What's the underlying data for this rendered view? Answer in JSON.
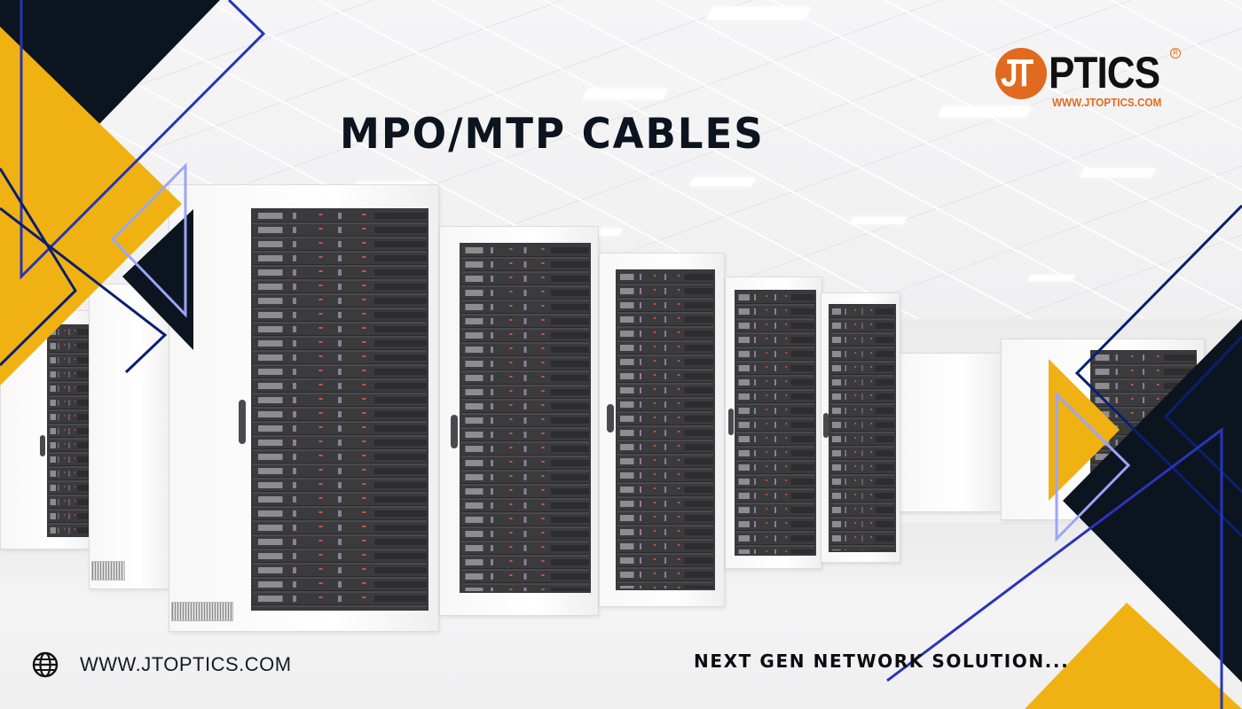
{
  "banner": {
    "headline": "MPO/MTP CABLES",
    "tagline": "NEXT GEN NETWORK SOLUTION...",
    "footer": {
      "icon": "globe-icon",
      "url_text": "WWW.JTOPTICS.COM"
    }
  },
  "logo": {
    "mark": "JT",
    "wordmark": "PTICS",
    "registered_symbol": "R",
    "url": "WWW.JTOPTICS.COM"
  },
  "background": {
    "scene": "data center server racks"
  },
  "colors": {
    "navy": "#0c1420",
    "yellow": "#f0b212",
    "royal_blue": "#2a34b8",
    "dark_blue": "#0b1f6e",
    "periwinkle": "#9aa6f5",
    "logo_orange": "#e06a1f",
    "headline": "#0c1420"
  }
}
